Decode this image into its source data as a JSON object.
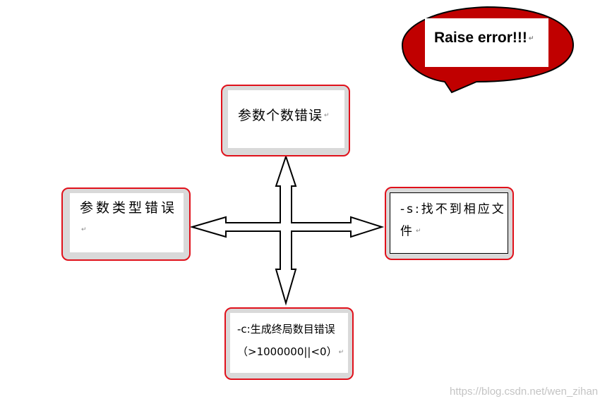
{
  "bubble": {
    "text": "Raise error!!!",
    "fill": "#c00000"
  },
  "nodes": {
    "top": "参数个数错误",
    "left": "参数类型错误",
    "right": "-s:找不到相应文件",
    "bottom": "-c:生成终局数目错误（>1000000||<0）"
  },
  "watermark": "https://blog.csdn.net/wen_zihan",
  "colors": {
    "node_border": "#e0111b"
  }
}
